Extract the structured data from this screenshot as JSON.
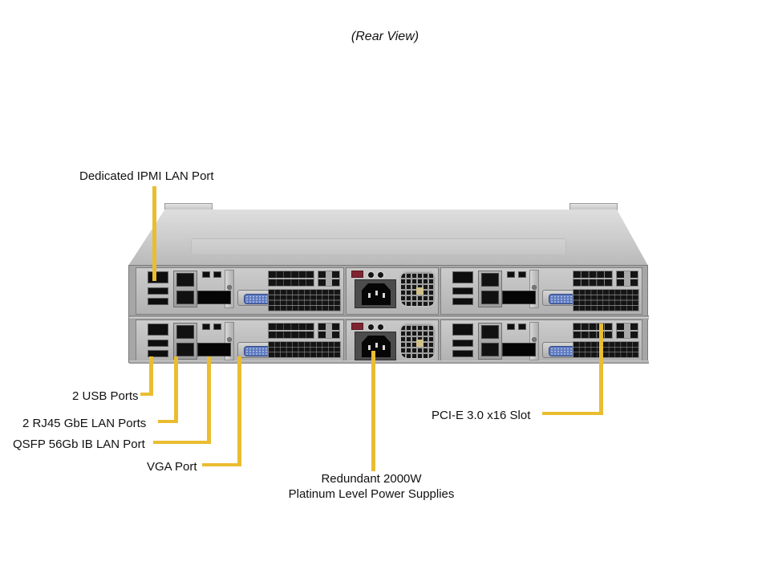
{
  "title": "(Rear View)",
  "colors": {
    "callout_line": "#EABD31"
  },
  "labels": {
    "ipmi": "Dedicated IPMI LAN Port",
    "usb": "2 USB Ports",
    "rj45": "2 RJ45 GbE LAN Ports",
    "qsfp": "QSFP 56Gb IB LAN Port",
    "vga": "VGA Port",
    "psu_line1": "Redundant 2000W",
    "psu_line2": "Platinum Level Power Supplies",
    "pcie": "PCI-E 3.0 x16 Slot"
  }
}
